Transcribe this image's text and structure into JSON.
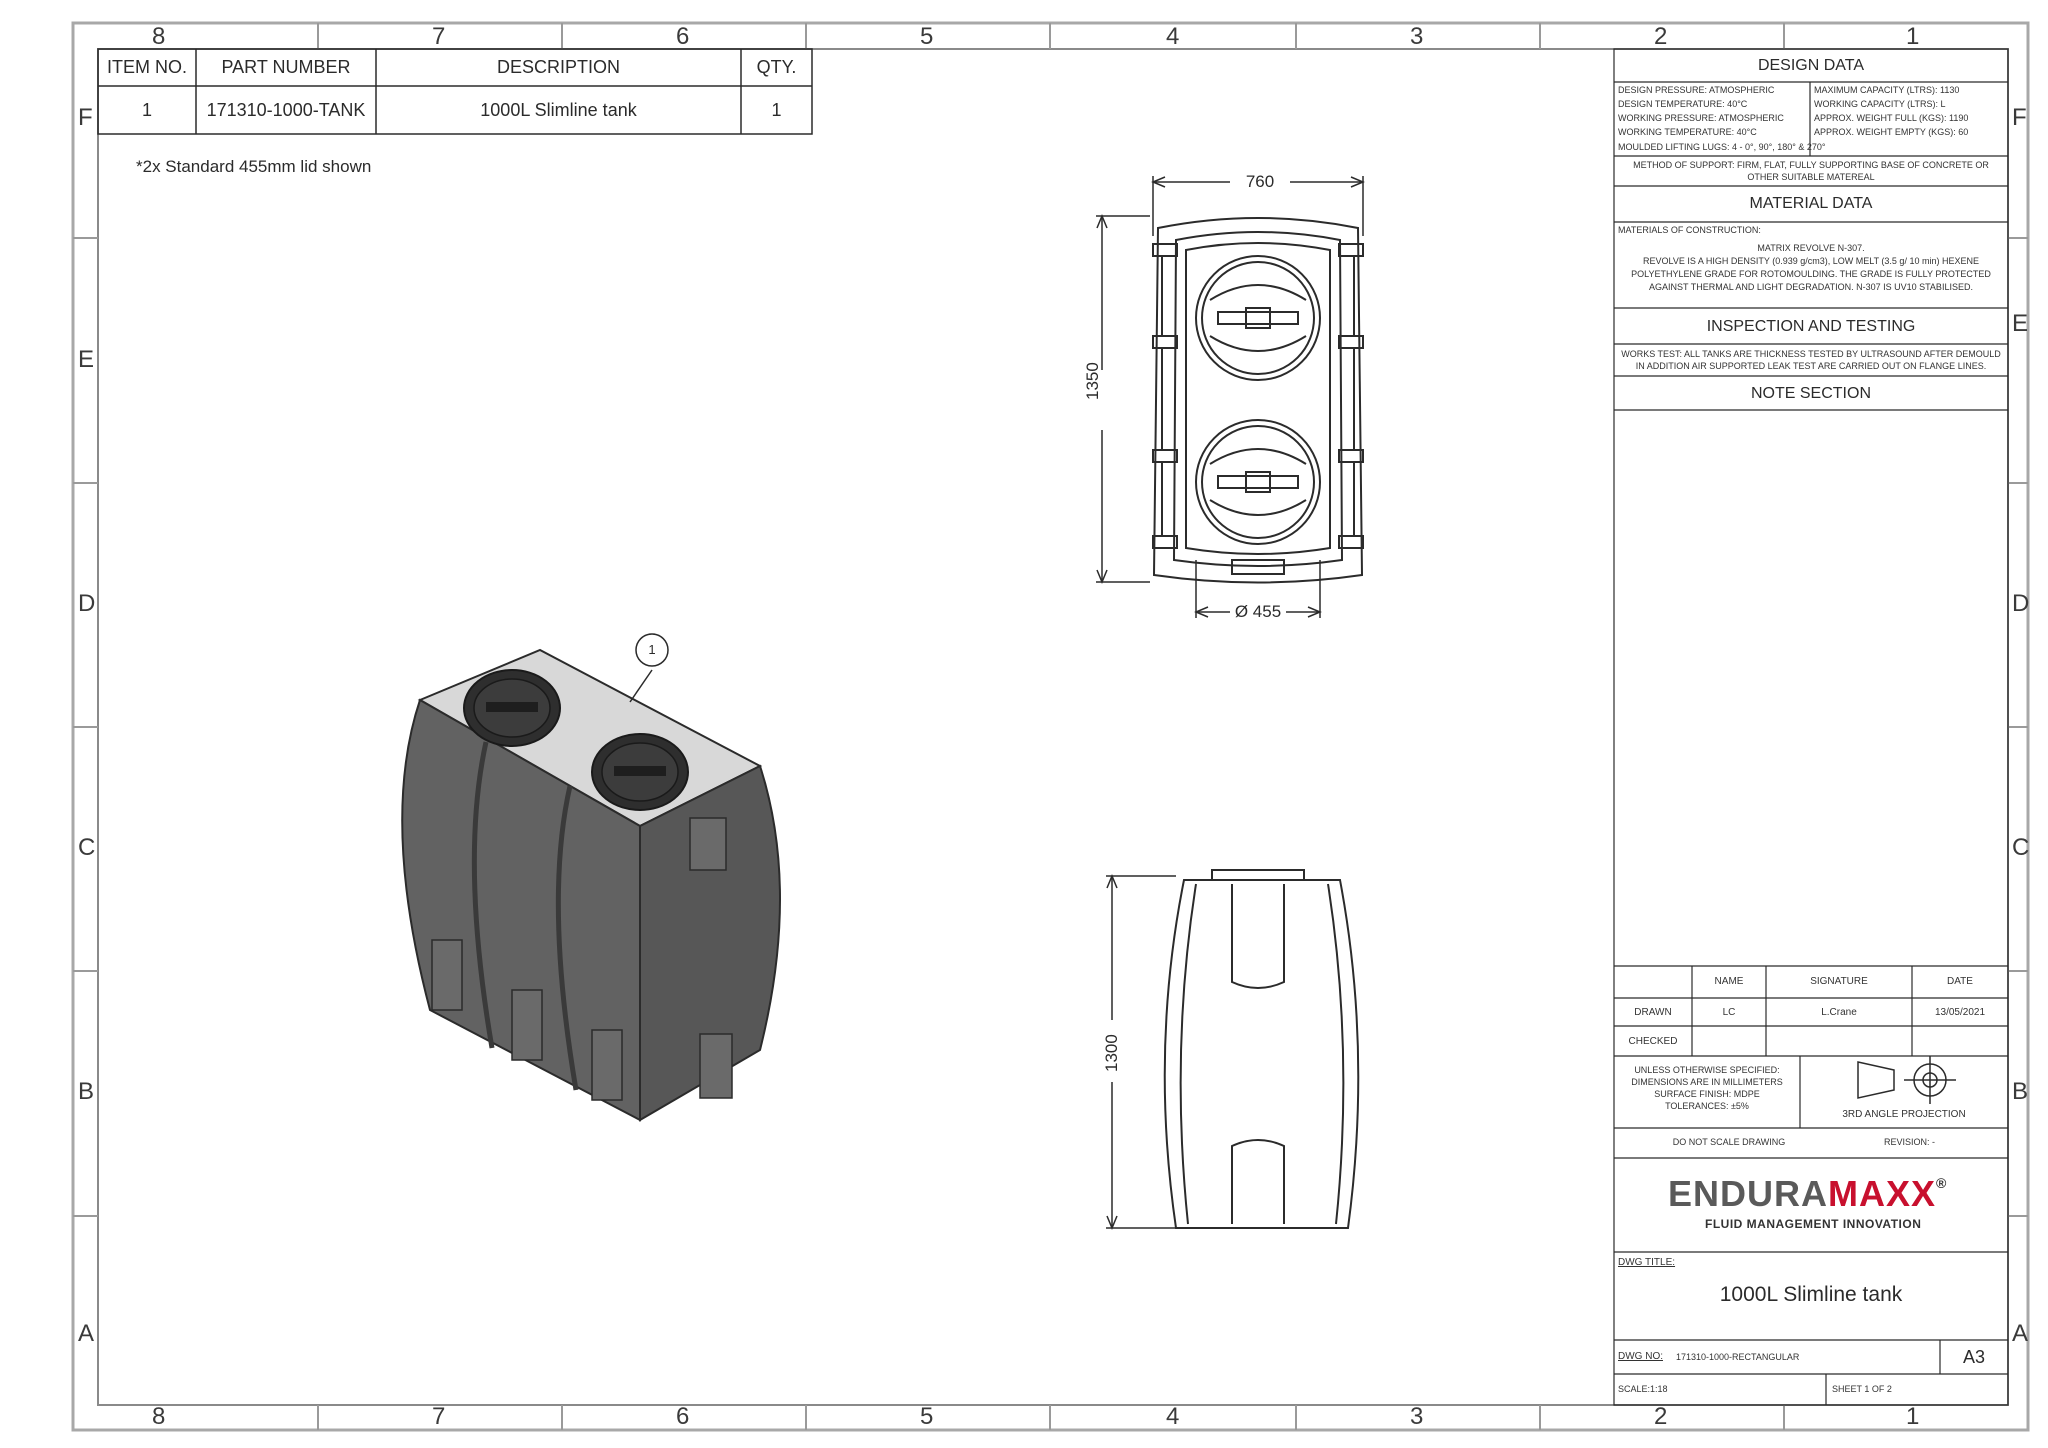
{
  "zones": {
    "columns": [
      "8",
      "7",
      "6",
      "5",
      "4",
      "3",
      "2",
      "1"
    ],
    "rows": [
      "F",
      "E",
      "D",
      "C",
      "B",
      "A"
    ]
  },
  "bom": {
    "headers": [
      "ITEM NO.",
      "PART NUMBER",
      "DESCRIPTION",
      "QTY."
    ],
    "rows": [
      {
        "item": "1",
        "part": "171310-1000-TANK",
        "description": "1000L Slimline tank",
        "qty": "1"
      }
    ]
  },
  "note": "*2x Standard 455mm lid shown",
  "balloon": "1",
  "dimensions": {
    "top_width": "760",
    "top_length": "1350",
    "lid_diameter": "Ø 455",
    "side_height": "1300"
  },
  "design_data": {
    "title": "DESIGN DATA",
    "left": [
      "DESIGN PRESSURE: ATMOSPHERIC",
      "DESIGN TEMPERATURE: 40°C",
      "WORKING PRESSURE: ATMOSPHERIC",
      "WORKING TEMPERATURE: 40°C",
      "MOULDED LIFTING LUGS: 4 - 0°, 90°, 180° & 270°"
    ],
    "right": [
      "MAXIMUM CAPACITY (LTRS): 1130",
      "WORKING CAPACITY (LTRS): L",
      "APPROX. WEIGHT FULL (KGS): 1190",
      "APPROX. WEIGHT EMPTY (KGS): 60"
    ],
    "support_1": "METHOD OF SUPPORT: FIRM, FLAT, FULLY SUPPORTING BASE OF CONCRETE OR",
    "support_2": "OTHER SUITABLE MATEREAL"
  },
  "material_data": {
    "title": "MATERIAL DATA",
    "lines": [
      "MATERIALS OF CONSTRUCTION:",
      "MATRIX REVOLVE N-307.",
      "REVOLVE IS A HIGH DENSITY (0.939 g/cm3), LOW MELT (3.5 g/ 10 min) HEXENE",
      "POLYETHYLENE GRADE FOR ROTOMOULDING.  THE GRADE IS FULLY PROTECTED",
      "AGAINST THERMAL AND LIGHT DEGRADATION. N-307 IS UV10 STABILISED."
    ]
  },
  "inspection": {
    "title": "INSPECTION AND TESTING",
    "lines": [
      "WORKS TEST: ALL TANKS ARE THICKNESS TESTED BY ULTRASOUND AFTER DEMOULD",
      "IN ADDITION AIR SUPPORTED LEAK TEST ARE CARRIED OUT ON FLANGE LINES."
    ]
  },
  "note_section": {
    "title": "NOTE SECTION"
  },
  "signoff": {
    "headers": [
      "NAME",
      "SIGNATURE",
      "DATE"
    ],
    "drawn": {
      "label": "DRAWN",
      "name": "LC",
      "signature": "L.Crane",
      "date": "13/05/2021"
    },
    "checked": {
      "label": "CHECKED"
    }
  },
  "spec": {
    "lines": [
      "UNLESS OTHERWISE SPECIFIED:",
      "DIMENSIONS ARE IN MILLIMETERS",
      "SURFACE FINISH: MDPE",
      "TOLERANCES: ±5%"
    ],
    "projection": "3RD ANGLE PROJECTION",
    "do_not_scale": "DO NOT SCALE DRAWING",
    "revision": "REVISION:  -"
  },
  "logo": {
    "part1": "ENDURA",
    "part2": "MAXX",
    "reg": "®",
    "tagline": "FLUID MANAGEMENT INNOVATION"
  },
  "drawing": {
    "title_label": "DWG TITLE:",
    "title": "1000L Slimline tank",
    "no_label": "DWG NO:",
    "number": "171310-1000-RECTANGULAR",
    "size": "A3",
    "scale": "SCALE:1:18",
    "sheet": "SHEET 1 OF 2"
  },
  "colors": {
    "line": "#2b2b2b",
    "frame": "#9a9a9a",
    "tank_body": "#5d5d5d",
    "tank_top": "#d8d8d8",
    "logo_grey": "#5a5a5a",
    "logo_red": "#c8102e"
  }
}
